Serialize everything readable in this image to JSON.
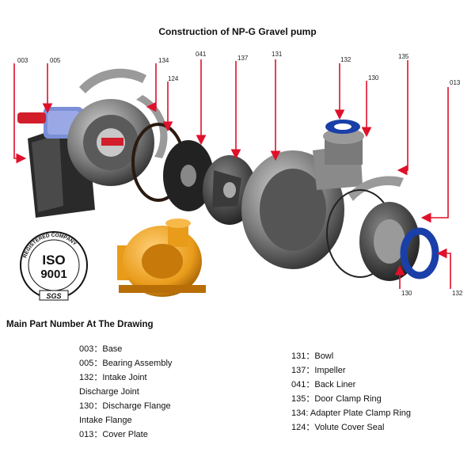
{
  "title": "Construction of NP-G Gravel pump",
  "callouts": {
    "c003": "003",
    "c005": "005",
    "c134": "134",
    "c124": "124",
    "c041": "041",
    "c137": "137",
    "c131": "131",
    "c132a": "132",
    "c135": "135",
    "c130a": "130",
    "c013": "013",
    "c130b": "130",
    "c132b": "132"
  },
  "logo": {
    "ring_text": "REGISTERED COMPANY",
    "iso": "ISO",
    "number": "9001",
    "cert": "SGS"
  },
  "section_heading": "Main Part Number At The Drawing",
  "parts_left": [
    "003：Base",
    "005：Bearing Assembly",
    "132：Intake Joint",
    "Discharge Joint",
    "130：Discharge Flange",
    "Intake Flange",
    "013：Cover Plate"
  ],
  "parts_right": [
    "131：Bowl",
    "137：Impeller",
    "041：Back Liner",
    "135：Door Clamp Ring",
    "134: Adapter Plate Clamp Ring",
    "124：Volute Cover Seal"
  ],
  "colors": {
    "arrow": "#e0102a",
    "metal_dark": "#3a3a3a",
    "metal_mid": "#7a7a7a",
    "metal_light": "#c8c8c8",
    "blue_ring": "#1a3fa8",
    "pump_orange": "#e99b1a"
  }
}
